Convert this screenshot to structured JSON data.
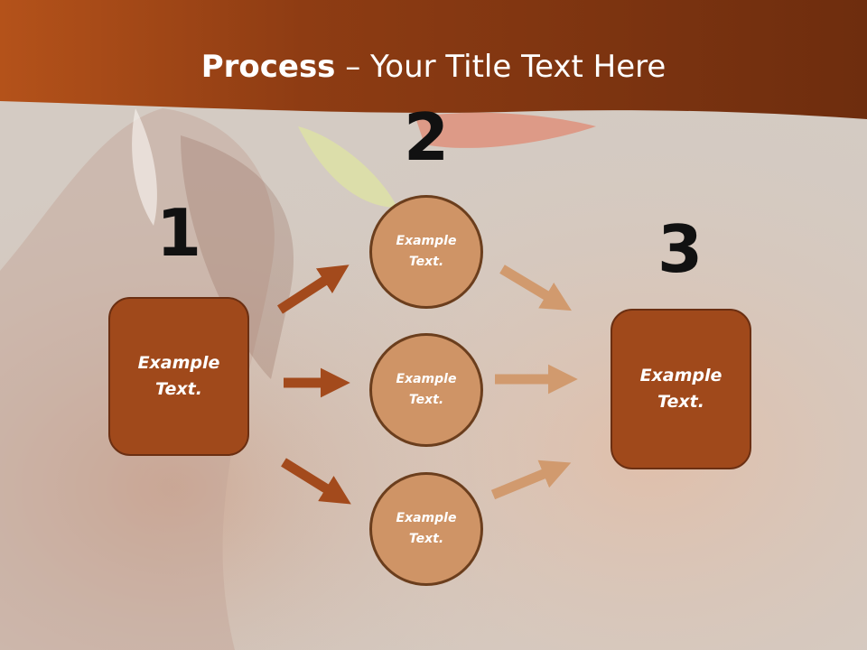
{
  "title": {
    "bold": "Process",
    "rest": " – Your Title Text Here"
  },
  "steps": {
    "one": "1",
    "two": "2",
    "three": "3"
  },
  "left_box": {
    "text": "Example Text."
  },
  "circles": [
    {
      "text": "Example Text."
    },
    {
      "text": "Example Text."
    },
    {
      "text": "Example Text."
    }
  ],
  "right_box": {
    "text": "Example Text."
  },
  "colors": {
    "header": "#8a3a12",
    "box": "#a0491b",
    "circle": "#cf9466",
    "arrow_dark": "#a34a1c",
    "arrow_light": "#d19a6e"
  }
}
